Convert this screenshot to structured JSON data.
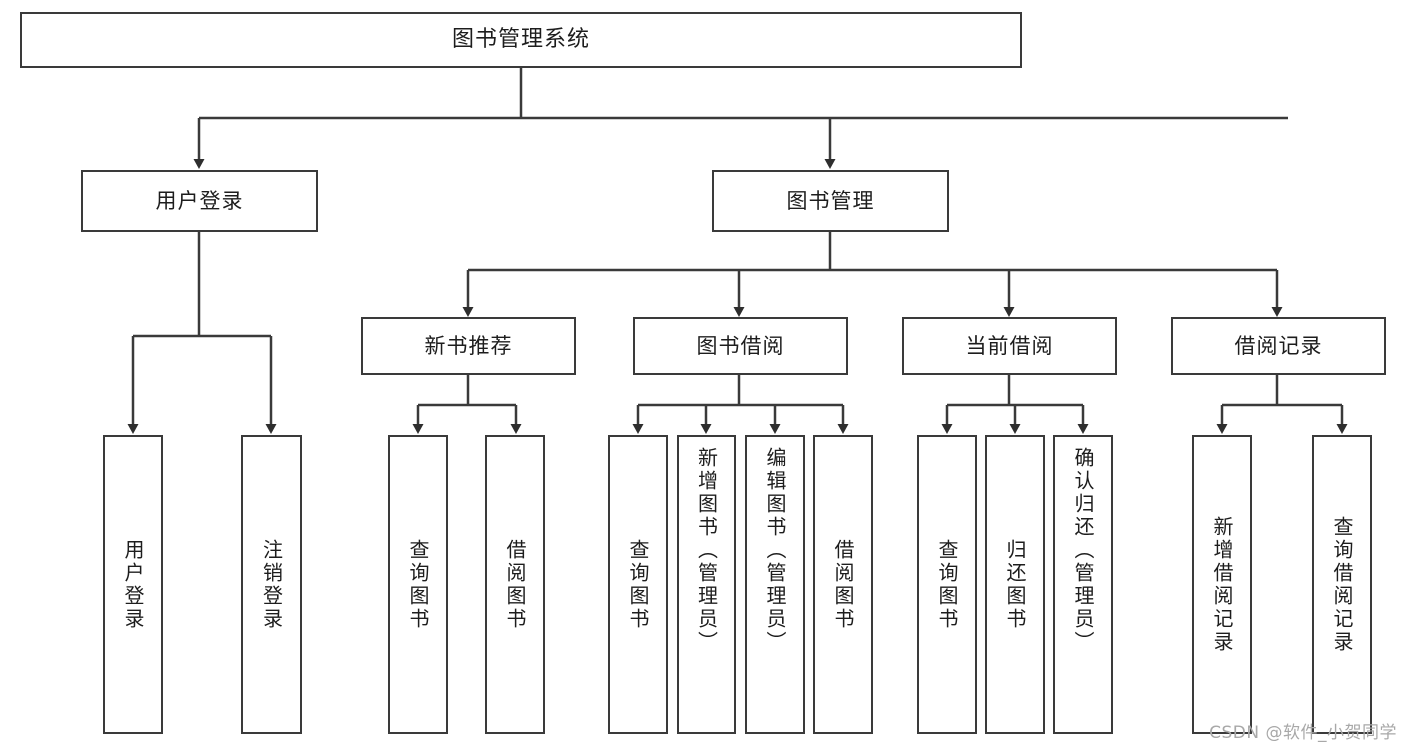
{
  "diagram": {
    "title": "图书管理系统",
    "type": "tree-hierarchy",
    "nodes": {
      "root": {
        "label": "图书管理系统"
      },
      "level2": [
        {
          "id": "user-login",
          "label": "用户登录"
        },
        {
          "id": "book-manage",
          "label": "图书管理"
        }
      ],
      "level3": [
        {
          "id": "new-book-recommend",
          "label": "新书推荐"
        },
        {
          "id": "book-borrow",
          "label": "图书借阅"
        },
        {
          "id": "current-borrow",
          "label": "当前借阅"
        },
        {
          "id": "borrow-record",
          "label": "借阅记录"
        }
      ],
      "leaves": {
        "user_login": [
          {
            "id": "leaf-user-login",
            "label": "用户登录"
          },
          {
            "id": "leaf-user-logout",
            "label": "注销登录"
          }
        ],
        "new_book_recommend": [
          {
            "id": "leaf-query-book-1",
            "label": "查询图书"
          },
          {
            "id": "leaf-borrow-book-1",
            "label": "借阅图书"
          }
        ],
        "book_borrow": [
          {
            "id": "leaf-query-book-2",
            "label": "查询图书"
          },
          {
            "id": "leaf-add-book",
            "label": "新增图书（管理员）"
          },
          {
            "id": "leaf-edit-book",
            "label": "编辑图书（管理员）"
          },
          {
            "id": "leaf-borrow-book-2",
            "label": "借阅图书"
          }
        ],
        "current_borrow": [
          {
            "id": "leaf-query-book-3",
            "label": "查询图书"
          },
          {
            "id": "leaf-return-book",
            "label": "归还图书"
          },
          {
            "id": "leaf-confirm-return",
            "label": "确认归还（管理员）"
          }
        ],
        "borrow_record": [
          {
            "id": "leaf-add-record",
            "label": "新增借阅记录"
          },
          {
            "id": "leaf-query-record",
            "label": "查询借阅记录"
          }
        ]
      }
    },
    "colors": {
      "border": "#3a3a3a",
      "text": "#1d1d1d",
      "background": "#ffffff",
      "connector": "#3a3a3a",
      "watermark": "#a8a8a8"
    }
  },
  "watermark": {
    "text": "CSDN @软件_小贺同学"
  }
}
